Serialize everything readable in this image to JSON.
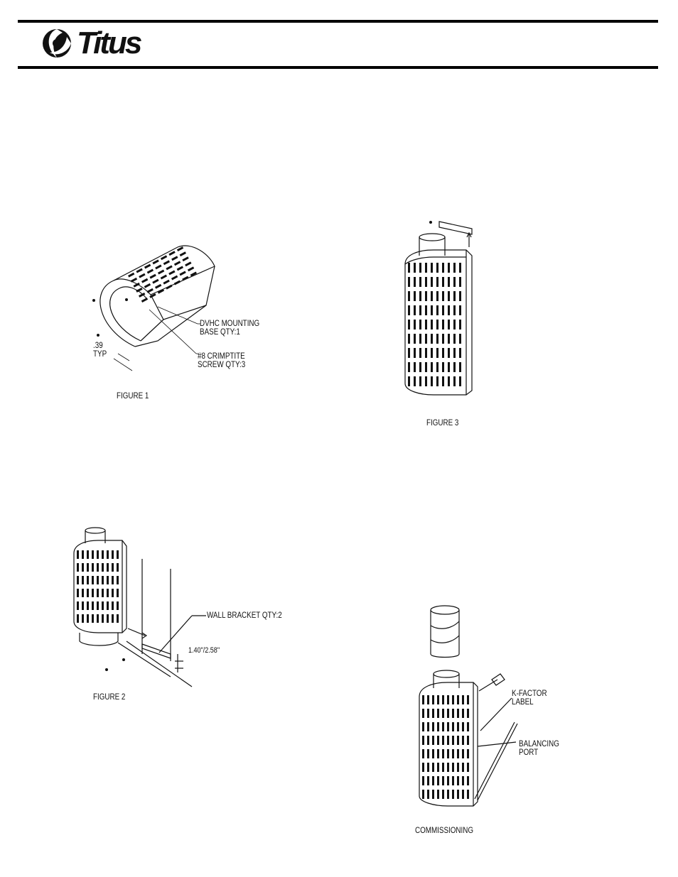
{
  "header": {
    "brand": "Titus"
  },
  "figure1": {
    "caption": "FIGURE 1",
    "mount_label_line1": "DVHC MOUNTING",
    "mount_label_line2": "BASE QTY:1",
    "screw_label_line1": "#8 CRIMPTITE",
    "screw_label_line2": "SCREW QTY:3",
    "dim_value": ".39",
    "dim_unit": "TYP"
  },
  "figure2": {
    "caption": "FIGURE 2",
    "bracket_label": "WALL BRACKET QTY:2",
    "dim_label": "1.40\"/2.58\""
  },
  "figure3": {
    "caption": "FIGURE 3"
  },
  "commissioning": {
    "caption": "COMMISSIONING",
    "kfactor_line1": "K-FACTOR",
    "kfactor_line2": "LABEL",
    "port_line1": "BALANCING",
    "port_line2": "PORT"
  }
}
